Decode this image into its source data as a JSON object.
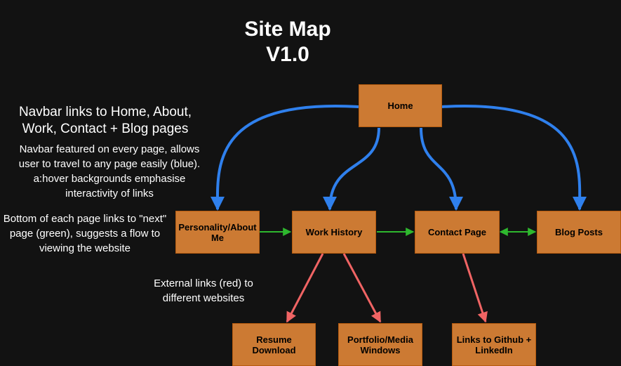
{
  "title": {
    "line1": "Site Map",
    "line2": "V1.0"
  },
  "notes": {
    "navbar_heading": "Navbar links to Home, About, Work, Contact + Blog pages",
    "navbar_detail": "Navbar featured on every page, allows user to travel to any page easily (blue). a:hover backgrounds emphasise interactivity of links",
    "bottom_links": "Bottom of each page links to \"next\" page (green), suggests a flow to viewing the website",
    "external_links": "External links (red) to different websites"
  },
  "nodes": {
    "home": "Home",
    "about": "Personality/About Me",
    "work": "Work History",
    "contact": "Contact Page",
    "blog": "Blog Posts",
    "resume": "Resume Download",
    "portfolio": "Portfolio/Media Windows",
    "github": "Links to Github + LinkedIn"
  },
  "colors": {
    "node_fill": "#cc7a33",
    "node_border": "#b65b0f",
    "navbar_links": "#2f80ed",
    "next_links": "#2eb82e",
    "external_links": "#f06464",
    "background": "#121212"
  }
}
